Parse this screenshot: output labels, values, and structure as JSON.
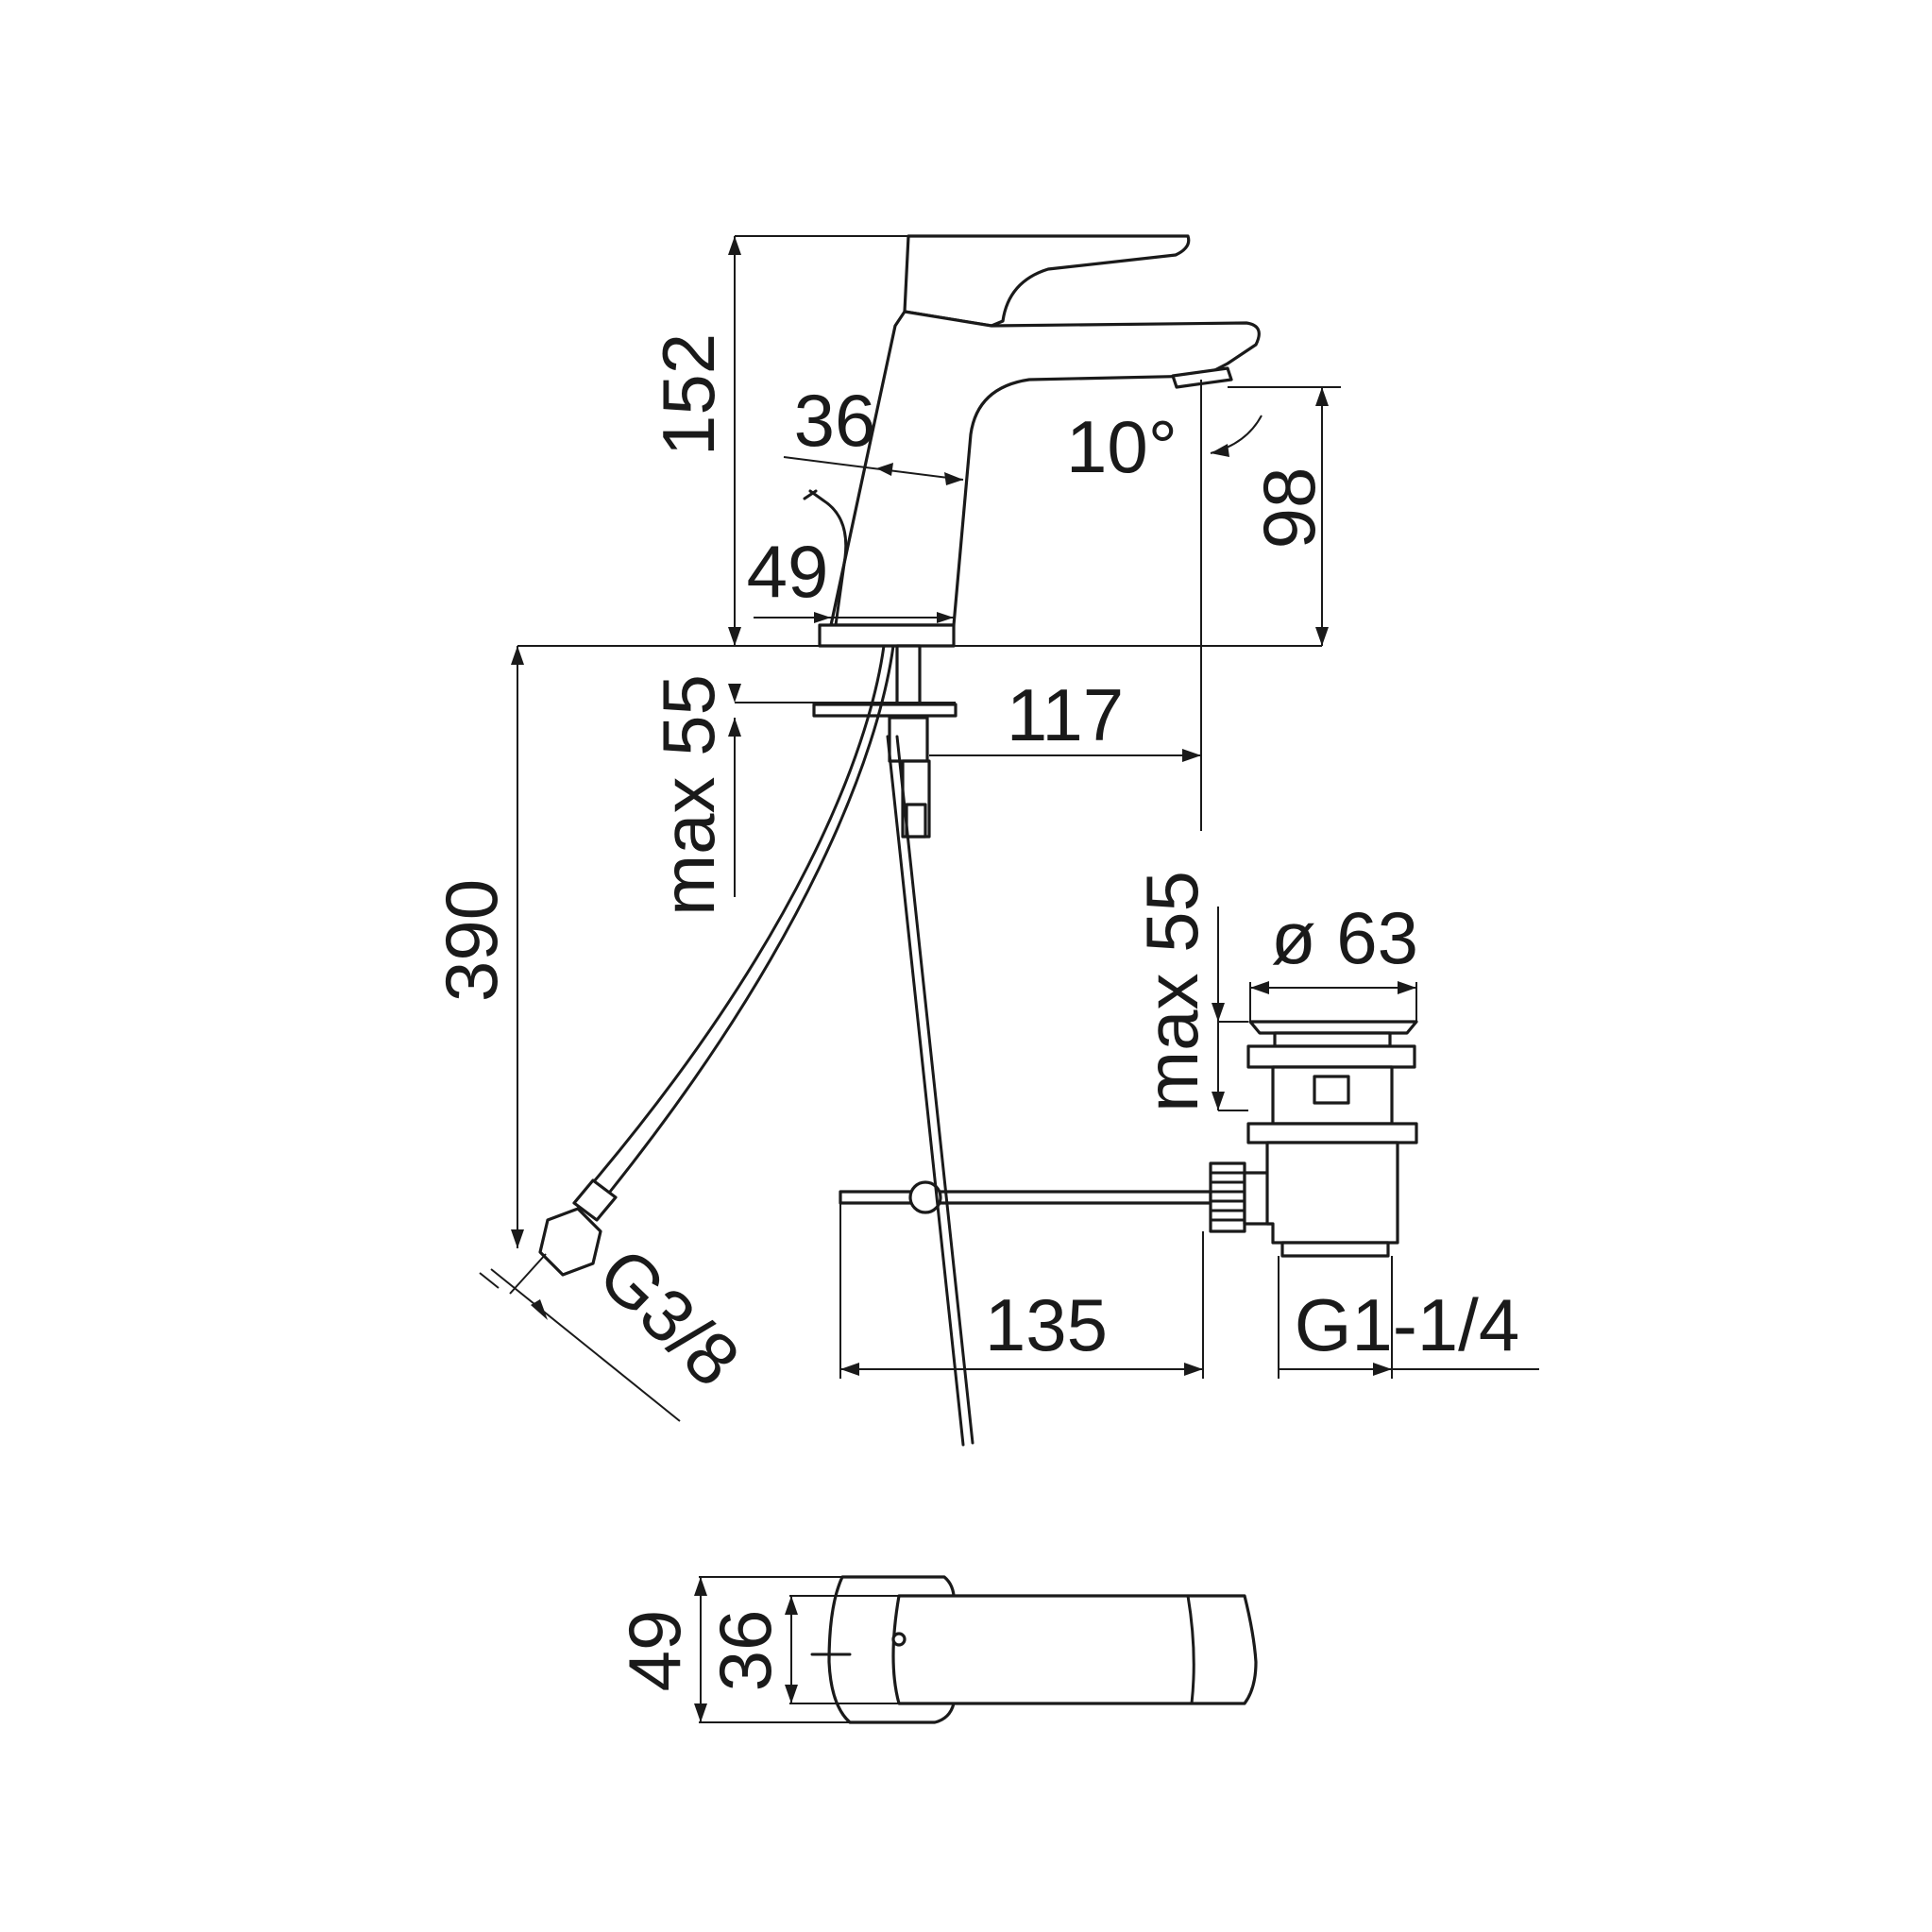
{
  "drawing": {
    "side_view": {
      "total_height": "152",
      "body_width": "36",
      "spout_angle": "10°",
      "spout_height": "98",
      "base_width": "49",
      "deck_thickness": "max 55",
      "spout_reach": "117",
      "hose_length": "390",
      "hose_connection": "G3/8"
    },
    "waste": {
      "sink_thickness": "max 55",
      "plug_diameter": "ø 63",
      "rod_length": "135",
      "thread": "G1-1/4"
    },
    "top_view": {
      "base_width": "49",
      "body_width": "36"
    }
  }
}
